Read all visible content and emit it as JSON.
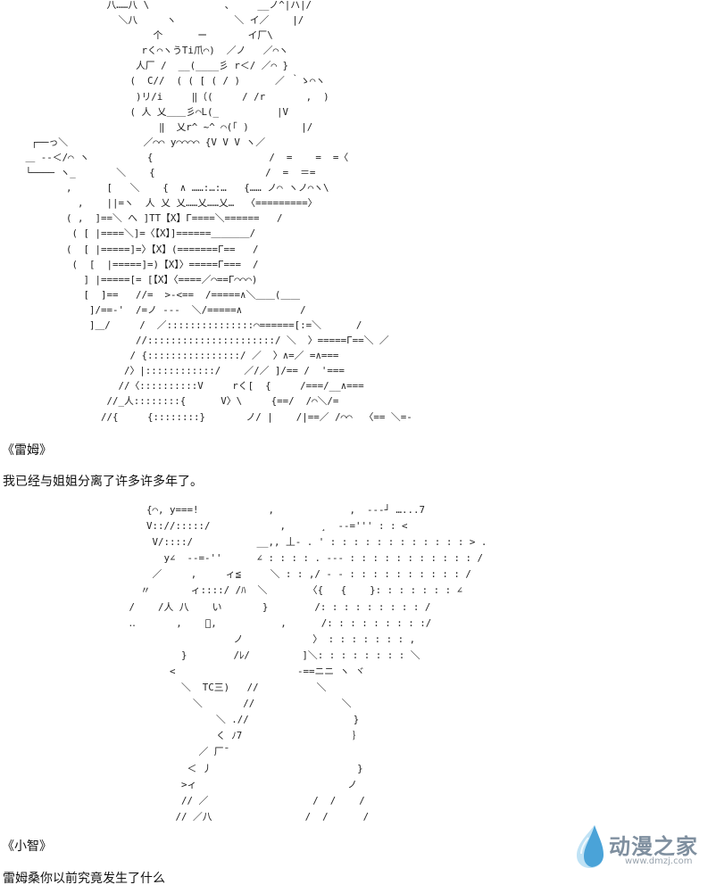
{
  "art_top": "               八……八 \\             、    __ノ^|ハ|/\n                 ＼八     ヽ          ＼ イ／    |/\n                       个      ー       イ厂\\\n                     rく⌒ヽうTi爪⌒)  ／ノ   ／⌒ヽ\n                    人厂 /  __(____彡 r＜/ ／⌒ }\n                   (  C//  ( ( [ ( / )      ／ ｀ゝ⌒ヽ\n                    )リ/i     ‖（(     / /r       ,  )\n                   ( 人 乂＿＿彡⌒L(_          |V\n                        ‖  乂r^ ~^ ⌒(「 )         |/\n  ┌──っ＼             ／⌒⌒ y⌒⌒⌒⌒ {V V V ヽ／\n ＿ ‐‐＜/⌒ ヽ          {                    /  =    =  =〈\n └──── ヽ_       ＼    {                   /  =  ＝=\n        ,      [   ＼    {  ∧ ……:…:…   {…… ノ⌒ ヽノ⌒ヽ\\\n          ,    ||=ヽ  人 乂 乂……乂……乂…  〈=========〉\n        ( ,  ]==＼ へ ]TT【X】Γ====＼======   /\n         ( [ |====＼]=〈【X】]======＿＿＿＿/\n        (  [ |=====]=〉【X】(=======Γ==   /\n         (  [  |=====]=)【X】〉=====Γ===  /\n           ] |=====[= [【X】〈====／⌒==Γ⌒⌒⌒)\n           [  ]==   //=  >-<==  /=====∧＼＿＿(＿＿\n            ]/==-'  /=ノ ---  ＼/=====∧          /\n            ]＿/     /  ／:::::::::::::::⌒======[:=＼      /\n                    //::::::::::::::::::::::/ ＼  〉=====Γ==＼ ／\n                   / {::::::::::::::::/ ／  〉∧=／ =∧===\n                  /〉|::::::::::::/    ／/／ ]/== /  '===\n                 //〈::::::::::V     rく[  {     /===/__∧===\n               //_人::::::::{      V〉\\     {==/  /⌒＼/=\n              //{     {::::::::}       ノ/ |    /|==／ /⌒⌒  〈== ＼=-",
  "art_bottom": "        {⌒, y===!            ,             ,  ‐‐‐┘ …...7\n        V:://:::::/            ,      ¸  --=''' : : <\n         V/::::/           __,, 丄‐ . ' : : : : : : : : : : : : > .\n           y∠  ‐‐=‐''      ∠ : : : : . ‐‐‐ : : : : : : : : : : : /\n         ／     ,     ィ≦     ＼ : : ,/ ‐ ‐ : : : : : : : : : : /\n       〃       ィ::::/ /ﾊ  ＼       〈{   {    }: : : : : : : ∠\n     /    /人 八    い       }        /: : : : : : : : : /\n     ‥       ,    ﾞ,           ,      /: : : : : : : : :/\n                       ノ            〉 : : : : : : : ,\n              }        /ﾚ/         ]＼: : : : : : : : ＼\n            <                     -==ニニ ヽ ヾ\n              ＼  TC三)   //          ＼\n                ＼       //               ＼\n                    ＼ .//                  }\n                    く ﾉ7                   ｝\n                 ／ 厂¯\n               ＜ 丿                         }\n              >ィ                          ノ\n              // ／                  /  /    /\n             // ／八                /  /      /",
  "dialogue": [
    {
      "speaker": "《雷姆》",
      "line": "我已经与姐姐分离了许多许多年了。"
    },
    {
      "speaker": "《小智》",
      "line": "雷姆桑你以前究竟发生了什么"
    }
  ],
  "watermark": {
    "name": "动漫之家",
    "url": "www.dmzj.com",
    "logo_icon": "water-drop-icon",
    "colors": {
      "drop_light": "#bfe2f5",
      "drop_dark": "#4aa3d8",
      "text": "#7f8f9f"
    }
  }
}
